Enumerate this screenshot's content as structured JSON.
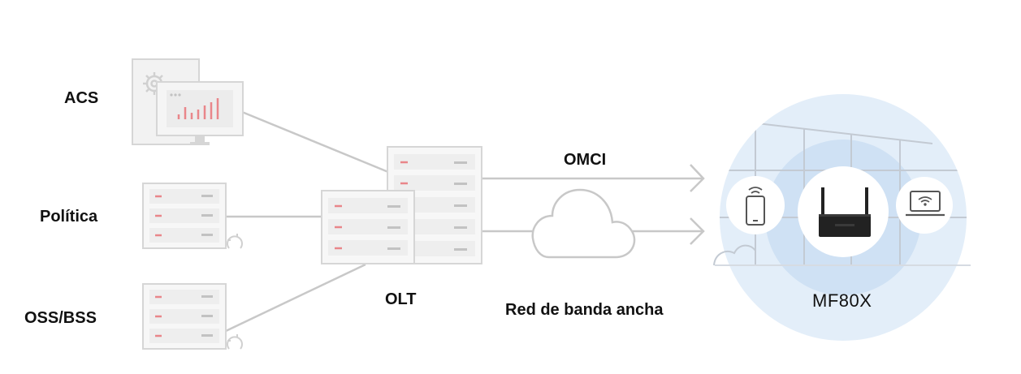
{
  "labels": {
    "acs": "ACS",
    "politica": "Política",
    "oss_bss": "OSS/BSS",
    "olt": "OLT",
    "omci": "OMCI",
    "broadband": "Red de banda ancha",
    "device": "MF80X"
  },
  "colors": {
    "line": "#c8c8c8",
    "panel_fill": "#f2f2f2",
    "slot_fill": "#ececec",
    "accent_red": "#e9868a",
    "glow_outer": "#e3eef9",
    "glow_inner": "#cfe1f4",
    "router_body": "#222222",
    "text": "#111111"
  },
  "icons": [
    "gear-icon",
    "bar-chart-icon",
    "cloud-icon",
    "arrow-icon",
    "phone-icon",
    "wifi-icon",
    "router-icon",
    "laptop-icon"
  ]
}
